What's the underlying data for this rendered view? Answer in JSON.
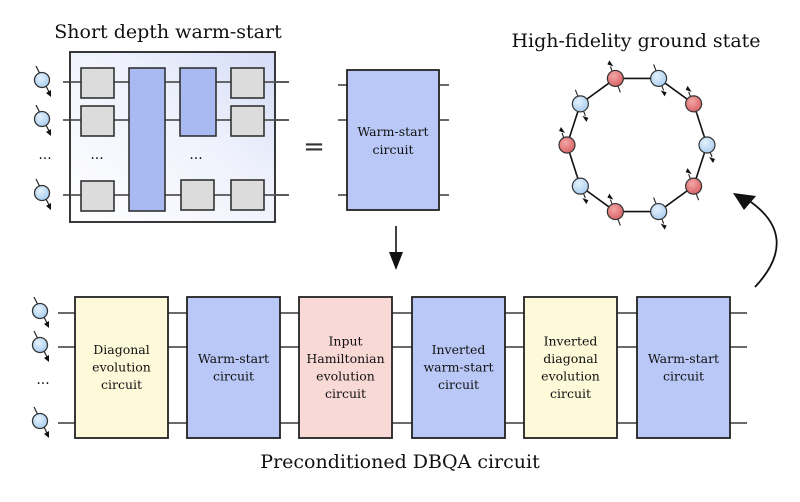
{
  "titles": {
    "top_left": "Short depth warm-start",
    "top_right": "High-fidelity ground state",
    "bottom": "Preconditioned DBQA circuit"
  },
  "equals_sign": "=",
  "ellipsis": "···",
  "warm_start_summary": {
    "lines": [
      "Warm-start",
      "circuit"
    ]
  },
  "colors": {
    "yellow": "#fdf9d9",
    "blue": "#b9c8f7",
    "pink": "#f9d9d6",
    "qubit_blue": "#bcdcf5",
    "qubit_red": "#e2787a",
    "gate_gray": "#dcdcdc",
    "gate_blue": "#a9b9f2"
  },
  "dbqa_blocks": [
    {
      "lines": [
        "Diagonal",
        "evolution",
        "circuit"
      ],
      "color": "yellow"
    },
    {
      "lines": [
        "Warm-start",
        "circuit"
      ],
      "color": "blue"
    },
    {
      "lines": [
        "Input",
        "Hamiltonian",
        "evolution",
        "circuit"
      ],
      "color": "pink"
    },
    {
      "lines": [
        "Inverted",
        "warm-start",
        "circuit"
      ],
      "color": "blue"
    },
    {
      "lines": [
        "Inverted",
        "diagonal",
        "evolution",
        "circuit"
      ],
      "color": "yellow"
    },
    {
      "lines": [
        "Warm-start",
        "circuit"
      ],
      "color": "blue"
    }
  ],
  "ring_spins": [
    "red",
    "blue",
    "red",
    "blue",
    "red",
    "blue",
    "red",
    "blue",
    "red",
    "blue"
  ],
  "icons": {
    "qubit": "qubit-spin-icon",
    "down_arrow": "down-arrow-icon",
    "curved_arrow": "curved-arrow-icon"
  }
}
